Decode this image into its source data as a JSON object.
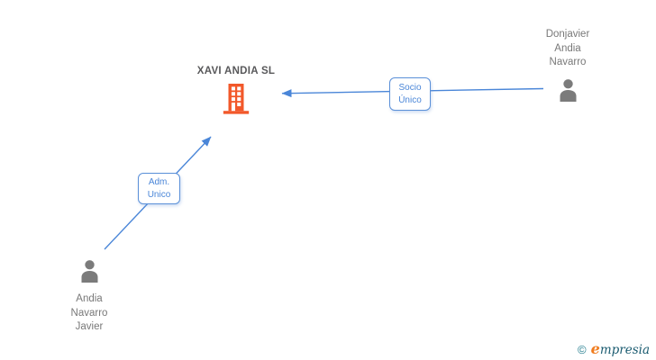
{
  "diagram": {
    "company": {
      "name": "XAVI ANDIA SL",
      "icon": "building-icon",
      "icon_color": "#f2582a"
    },
    "persons": [
      {
        "id": "donjavier-andia-navarro",
        "lines": [
          "Donjavier",
          "Andia",
          "Navarro"
        ],
        "icon": "person-icon",
        "icon_color": "#7b7b7b"
      },
      {
        "id": "andia-navarro-javier",
        "lines": [
          "Andia",
          "Navarro",
          "Javier"
        ],
        "icon": "person-icon",
        "icon_color": "#7b7b7b"
      }
    ],
    "edges": [
      {
        "from": "Donjavier Andia Navarro",
        "to": "XAVI ANDIA SL",
        "lines": [
          "Socio",
          "Único"
        ]
      },
      {
        "from": "Andia Navarro Javier",
        "to": "XAVI ANDIA SL",
        "lines": [
          "Adm.",
          "Unico"
        ]
      }
    ],
    "colors": {
      "edge_blue": "#4a86d8",
      "edge_box_border": "#5b90d8",
      "building_orange": "#f2582a",
      "person_gray": "#7b7b7b",
      "name_gray": "#787878",
      "company_name_gray": "#58585a"
    }
  },
  "footer": {
    "copyright_symbol": "©",
    "brand_initial": "e",
    "brand_rest": "mpresia"
  }
}
